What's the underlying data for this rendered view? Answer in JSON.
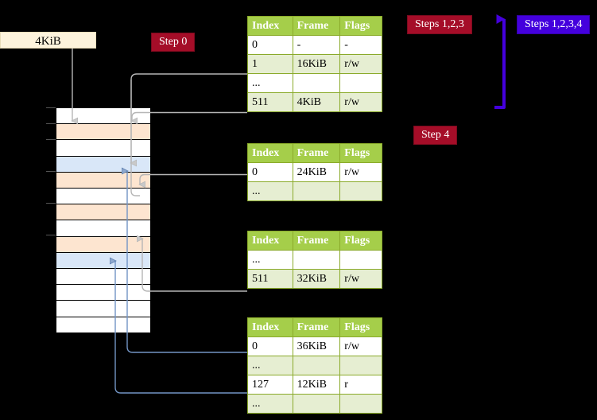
{
  "labels": {
    "size_4kib": "4KiB",
    "step0": "Step 0",
    "steps123": "Steps 1,2,3",
    "steps1234": "Steps 1,2,3,4",
    "step4": "Step 4"
  },
  "colors": {
    "header_green": "#a5ce4a",
    "row_alt_green": "#e6eed2",
    "highlight_yellow": "#fbf79a",
    "peach": "#fde5d0",
    "lightblue": "#d9e7f8",
    "crimson": "#a50d28",
    "violet": "#4400dd",
    "cream": "#fdf3dc",
    "wire_gray": "#b6b6b6",
    "wire_blue": "#7294c4"
  },
  "tables": [
    {
      "id": "pml4",
      "headers": [
        "Index",
        "Frame",
        "Flags"
      ],
      "rows": [
        {
          "cells": [
            "0",
            "-",
            "-"
          ],
          "style": "plain",
          "highlight": false
        },
        {
          "cells": [
            "1",
            "16KiB",
            "r/w"
          ],
          "style": "alt",
          "highlight": false
        },
        {
          "cells": [
            "...",
            "",
            ""
          ],
          "style": "plain",
          "highlight": false
        },
        {
          "cells": [
            "511",
            "4KiB",
            "r/w"
          ],
          "style": "alt",
          "highlight": true
        }
      ]
    },
    {
      "id": "pdpt",
      "headers": [
        "Index",
        "Frame",
        "Flags"
      ],
      "rows": [
        {
          "cells": [
            "0",
            "24KiB",
            "r/w"
          ],
          "style": "plain",
          "highlight": false
        },
        {
          "cells": [
            "...",
            "",
            ""
          ],
          "style": "alt",
          "highlight": false
        }
      ]
    },
    {
      "id": "pd",
      "headers": [
        "Index",
        "Frame",
        "Flags"
      ],
      "rows": [
        {
          "cells": [
            "...",
            "",
            ""
          ],
          "style": "plain",
          "highlight": false
        },
        {
          "cells": [
            "511",
            "32KiB",
            "r/w"
          ],
          "style": "alt",
          "highlight": false
        }
      ]
    },
    {
      "id": "pt",
      "headers": [
        "Index",
        "Frame",
        "Flags"
      ],
      "rows": [
        {
          "cells": [
            "0",
            "36KiB",
            "r/w"
          ],
          "style": "plain",
          "highlight": false
        },
        {
          "cells": [
            "...",
            "",
            ""
          ],
          "style": "alt",
          "highlight": false
        },
        {
          "cells": [
            "127",
            "12KiB",
            "r"
          ],
          "style": "plain",
          "highlight": false
        },
        {
          "cells": [
            "...",
            "",
            ""
          ],
          "style": "alt",
          "highlight": false
        }
      ]
    }
  ],
  "memory": {
    "rows": [
      {
        "fill": "white"
      },
      {
        "fill": "peach"
      },
      {
        "fill": "white"
      },
      {
        "fill": "lightblue"
      },
      {
        "fill": "peach"
      },
      {
        "fill": "white"
      },
      {
        "fill": "peach"
      },
      {
        "fill": "white"
      },
      {
        "fill": "peach"
      },
      {
        "fill": "lightblue"
      },
      {
        "fill": "white"
      },
      {
        "fill": "white"
      },
      {
        "fill": "white"
      },
      {
        "fill": "white"
      }
    ]
  }
}
